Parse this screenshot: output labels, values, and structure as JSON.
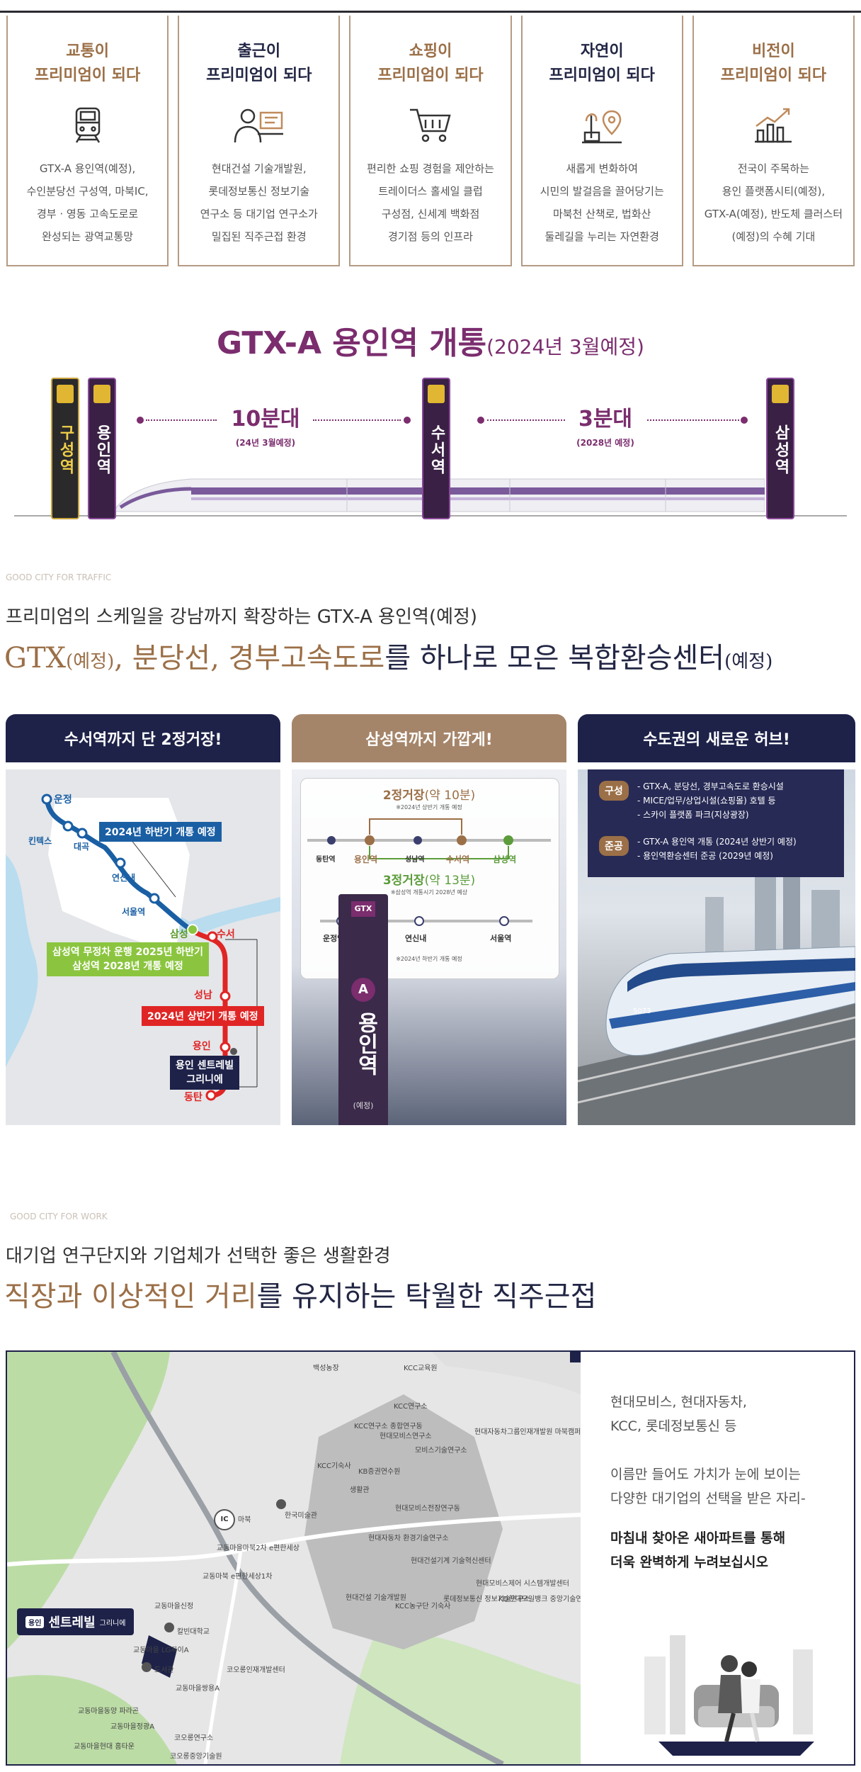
{
  "premium_cards": [
    {
      "line1": "교통이",
      "line2": "프리미엄이 되다",
      "color": "brown",
      "icon": "train-icon",
      "desc": [
        "GTX-A 용인역(예정),",
        "수인분당선 구성역, 마북IC,",
        "경부 · 영동 고속도로로",
        "완성되는 광역교통망"
      ]
    },
    {
      "line1": "출근이",
      "line2": "프리미엄이 되다",
      "color": "navy",
      "icon": "office-worker-icon",
      "desc": [
        "현대건설 기술개발원,",
        "롯데정보통신 정보기술",
        "연구소 등 대기업 연구소가",
        "밀집된 직주근접 환경"
      ]
    },
    {
      "line1": "쇼핑이",
      "line2": "프리미엄이 되다",
      "color": "brown",
      "icon": "shopping-cart-icon",
      "desc": [
        "편리한 쇼핑 경험을 제안하는",
        "트레이더스 홀세일 클럽",
        "구성점, 신세계 백화점",
        "경기점 등의 인프라"
      ]
    },
    {
      "line1": "자연이",
      "line2": "프리미엄이 되다",
      "color": "navy",
      "icon": "nature-location-icon",
      "desc": [
        "새롭게 변화하여",
        "시민의 발걸음을 끌어당기는",
        "마북천 산책로, 법화산",
        "둘레길을 누리는 자연환경"
      ]
    },
    {
      "line1": "비전이",
      "line2": "프리미엄이 되다",
      "color": "brown",
      "icon": "growth-chart-icon",
      "desc": [
        "전국이 주목하는",
        "용인 플랫폼시티(예정),",
        "GTX-A(예정), 반도체 클러스터",
        "(예정)의 수혜 기대"
      ]
    }
  ],
  "gtx": {
    "title_main": "GTX-A 용인역 개통",
    "title_sub": "(2024년 3월예정)",
    "stations": {
      "guseong": "구성역",
      "yongin": "용인역",
      "suseo": "수서역",
      "samseong": "삼성역"
    },
    "seg1": {
      "time": "10분대",
      "note": "(24년 3월예정)"
    },
    "seg2": {
      "time": "3분대",
      "note": "(2028년 예정)"
    }
  },
  "traffic": {
    "eyebrow": "GOOD CITY FOR TRAFFIC",
    "lead": "프리미엄의 스케일을 강남까지 확장하는 GTX-A 용인역(예정)",
    "h_gtx": "GTX",
    "h_gtx_note": "(예정)",
    "h_sep1": ", ",
    "h_bundang": "분당선, ",
    "h_highway": "경부고속도로",
    "h_rest": "를 하나로 모은 복합환승센터",
    "h_end": "(예정)"
  },
  "panels": {
    "p1": {
      "title": "수서역까지 단 2정거장!",
      "map": {
        "unjeong": "운정",
        "kintex": "킨텍스",
        "daegok": "대곡",
        "yeonsinnae": "연신내",
        "seoul": "서울역",
        "samseong": "삼성",
        "suseo": "수서",
        "seongnam": "성남",
        "yongin": "용인",
        "dongtan": "동탄",
        "tag1": "2024년 하반기 개통 예정",
        "tag2a": "삼성역 무정차 운행 2025년 하반기",
        "tag2b": "삼성역 2028년 개통 예정",
        "tag3": "2024년 상반기 개통 예정",
        "tag4a": "용인 센트레빌",
        "tag4b": "그리니에"
      }
    },
    "p2": {
      "title": "삼성역까지 가깝게!",
      "a_title": "2정거장",
      "a_time": "(약 10분)",
      "a_note": "※2024년 상반기 개통 예정",
      "stops": [
        "동탄역",
        "용인역",
        "성남역",
        "수서역",
        "삼성역"
      ],
      "b_title": "3정거장",
      "b_time": "(약 13분)",
      "b_note": "※삼성역 개통시기 2028년 예상",
      "stops2": [
        "운정역",
        "연신내",
        "서울역"
      ],
      "c_note": "※2024년 하반기 개통 예정",
      "sign_logo": "GTX",
      "sign_letter": "A",
      "sign_name": "용인역",
      "sign_mark": "(예정)"
    },
    "p3": {
      "title": "수도권의 새로운 허브!",
      "tag_a": "구성",
      "a_lines": [
        "- GTX-A, 분당선, 경부고속도로 환승시설",
        "- MICE/업무/상업시설(쇼핑몰) 호텔 등",
        "- 스카이 플랫폼 파크(지상광장)"
      ],
      "tag_b": "준공",
      "b_lines": [
        "- GTX-A 용인역 개통 (2024년 상반기 예정)",
        "- 용인역환승센터 준공 (2029년 예정)"
      ],
      "train_no": "5073"
    }
  },
  "work": {
    "eyebrow": "GOOD CITY FOR WORK",
    "lead": "대기업 연구단지와 기업체가 선택한 좋은 생활환경",
    "h_brown": "직장과 이상적인 거리",
    "h_navy": "를 유지하는 탁월한 직주근접",
    "desc1": [
      "현대모비스, 현대자동차,",
      "KCC, 롯데정보통신 등"
    ],
    "desc2": [
      "이름만 들어도 가치가 눈에 보이는",
      "다양한 대기업의 선택을 받은 자리-"
    ],
    "desc3": [
      "마침내 찾아온 새아파트를 통해",
      "더욱 완벽하게 누려보십시오"
    ],
    "brand_small": "용인",
    "brand_big": "센트레빌",
    "brand_suffix": "그리니에",
    "ic": "IC",
    "ic_name": "마북",
    "labels": [
      "백성농장",
      "KCC교육원",
      "KCC연구소",
      "KCC연구소 종합연구동",
      "현대모비스연구소",
      "모비스기술연구소",
      "현대자동차그룹인재개발원 마북캠퍼스",
      "KCC기숙사",
      "KB증권연수원",
      "생활관",
      "한국미술관",
      "현대모비스전장연구동",
      "현대자동차 환경기술연구소",
      "현대건설기계 기술혁신센터",
      "현대모비스제어 시스템개발센터",
      "현대건설 기술개발원",
      "KCC농구단 기숙사",
      "롯데정보통신 정보기술연구소",
      "KD현대오일뱅크 중앙기술연구원",
      "교동마을마북2차 e편한세상",
      "교동마북 e편한세상1차",
      "교동마을신정",
      "칼빈대학교",
      "교동마을 LG자이A",
      "도서관",
      "코오롱인재개발센터",
      "교동마을쌍용A",
      "교동마을동양 파라곤",
      "교동마을정광A",
      "코오롱연구소",
      "교동마을현대 홈타운",
      "코오롱중앙기술원"
    ]
  }
}
